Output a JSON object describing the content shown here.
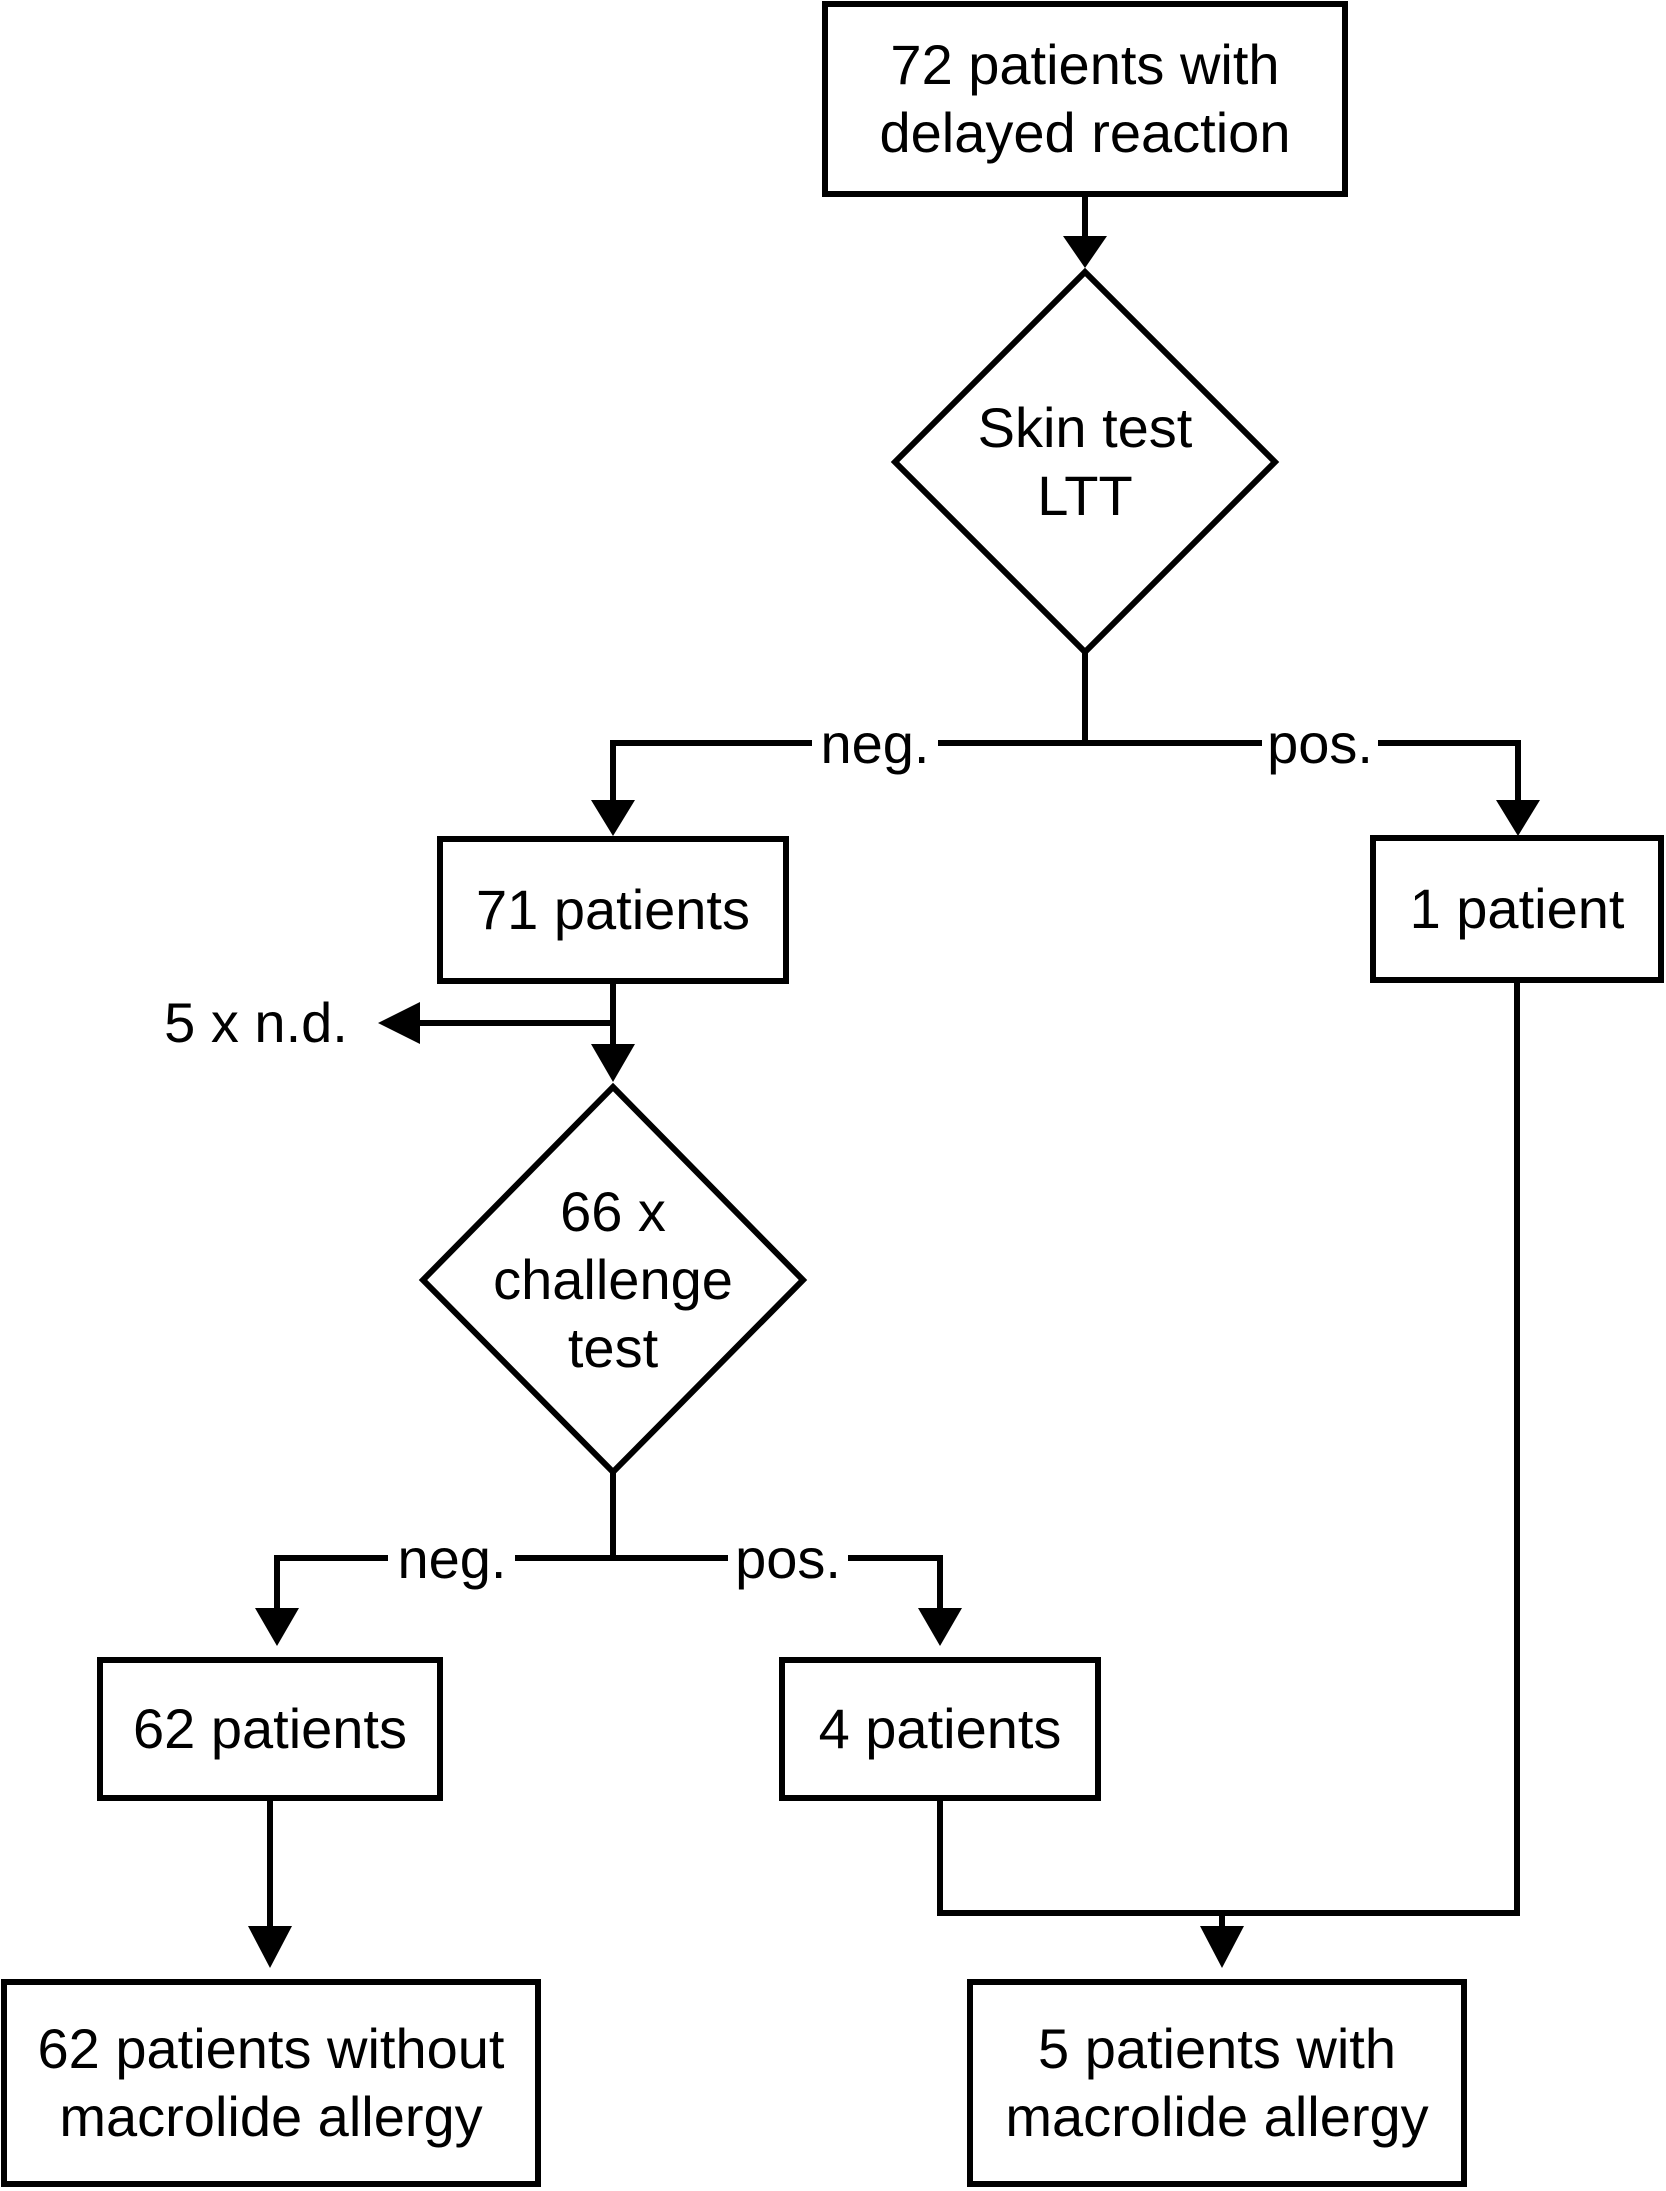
{
  "flow": {
    "background": "#ffffff",
    "ink": "#000000",
    "nodes": {
      "top_box": {
        "lines": [
          "72 patients with",
          "delayed reaction"
        ]
      },
      "skin_diamond": {
        "lines": [
          "Skin test",
          "LTT"
        ]
      },
      "box_71": {
        "label": "71 patients"
      },
      "box_1": {
        "label": "1 patient"
      },
      "nd_note": {
        "label": "5 x n.d."
      },
      "challenge_diamond": {
        "lines": [
          "66 x",
          "challenge",
          "test"
        ]
      },
      "box_62": {
        "label": "62 patients"
      },
      "box_4": {
        "label": "4 patients"
      },
      "box_no_allergy": {
        "lines": [
          "62 patients without",
          "macrolide allergy"
        ]
      },
      "box_allergy": {
        "lines": [
          "5 patients with",
          "macrolide allergy"
        ]
      }
    },
    "branch_skin": {
      "neg": "neg.",
      "pos": "pos."
    },
    "branch_challenge": {
      "neg": "neg.",
      "pos": "pos."
    }
  }
}
